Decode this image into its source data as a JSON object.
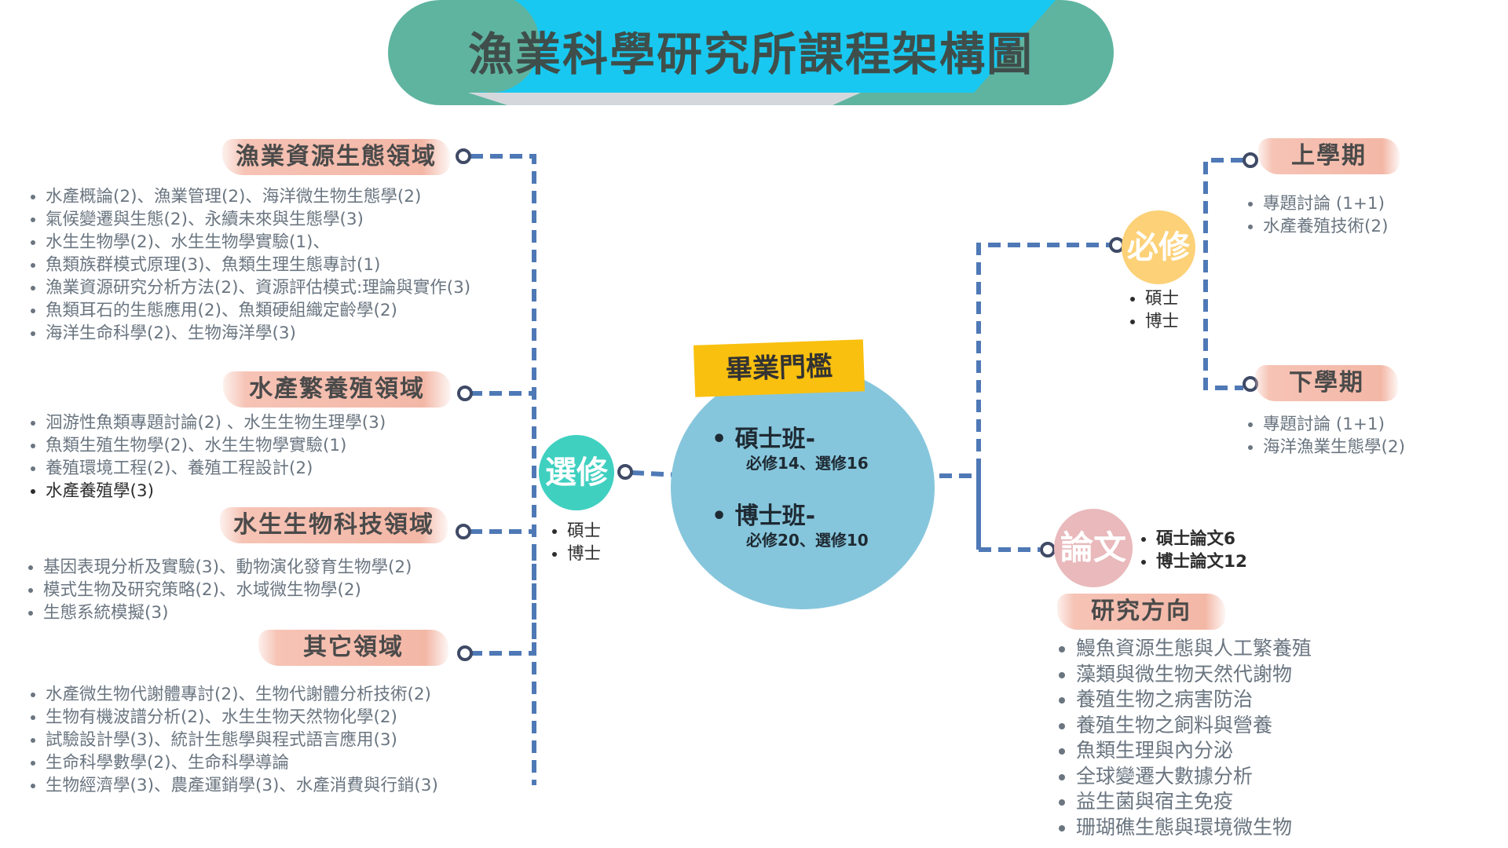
{
  "title": "漁業科學研究所課程架構圖",
  "colors": {
    "banner_dark": "#5fb4a0",
    "banner_cyan": "#18c8f0",
    "banner_grey": "#d4d8dc",
    "connector": "#4f79b6",
    "label_brush": "#f4bcad",
    "elective_circle": "#3fd0c0",
    "required_circle": "#fcd178",
    "thesis_circle": "#e9b9bb",
    "center_circle": "#86c6dc",
    "graduation_tag": "#f9c00f"
  },
  "center": {
    "tag": "畢業門檻",
    "masters": "碩士班-",
    "masters_req": "必修14、選修16",
    "phd": "博士班-",
    "phd_req": "必修20、選修10"
  },
  "elective": {
    "label": "選修",
    "levels": [
      "碩士",
      "博士"
    ],
    "domains": [
      {
        "name": "漁業資源生態領域",
        "courses": [
          "水產概論(2)、漁業管理(2)、海洋微生物生態學(2)",
          "氣候變遷與生態(2)、永續未來與生態學(3)",
          "水生生物學(2)、水生生物學實驗(1)、",
          "魚類族群模式原理(3)、魚類生理生態專討(1)",
          "漁業資源研究分析方法(2)、資源評估模式:理論與實作(3)",
          "魚類耳石的生態應用(2)、魚類硬組織定齡學(2)",
          "海洋生命科學(2)、生物海洋學(3)"
        ]
      },
      {
        "name": "水產繁養殖領域",
        "courses": [
          "洄游性魚類專題討論(2) 、水生生物生理學(3)",
          "魚類生殖生物學(2)、水生生物學實驗(1)",
          "養殖環境工程(2)、養殖工程設計(2)",
          "水產養殖學(3)"
        ]
      },
      {
        "name": "水生生物科技領域",
        "courses": [
          "基因表現分析及實驗(3)、動物演化發育生物學(2)",
          "模式生物及研究策略(2)、水域微生物學(2)",
          "生態系統模擬(3)"
        ]
      },
      {
        "name": "其它領域",
        "courses": [
          "水產微生物代謝體專討(2)、生物代謝體分析技術(2)",
          "生物有機波譜分析(2)、水生生物天然物化學(2)",
          "試驗設計學(3)、統計生態學與程式語言應用(3)",
          "生命科學數學(2)、生命科學導論",
          "生物經濟學(3)、農產運銷學(3)、水產消費與行銷(3)"
        ]
      }
    ]
  },
  "required": {
    "label": "必修",
    "levels": [
      "碩士",
      "博士"
    ],
    "semesters": [
      {
        "name": "上學期",
        "courses": [
          "專題討論 (1+1)",
          "水產養殖技術(2)"
        ]
      },
      {
        "name": "下學期",
        "courses": [
          "專題討論 (1+1)",
          "海洋漁業生態學(2)"
        ]
      }
    ]
  },
  "thesis": {
    "label": "論文",
    "items": [
      "碩士論文6",
      "博士論文12"
    ]
  },
  "research": {
    "label": "研究方向",
    "items": [
      "鰻魚資源生態與人工繁養殖",
      "藻類與微生物天然代謝物",
      "養殖生物之病害防治",
      "養殖生物之飼料與營養",
      "魚類生理與內分泌",
      "全球變遷大數據分析",
      "益生菌與宿主免疫",
      "珊瑚礁生態與環境微生物"
    ]
  }
}
